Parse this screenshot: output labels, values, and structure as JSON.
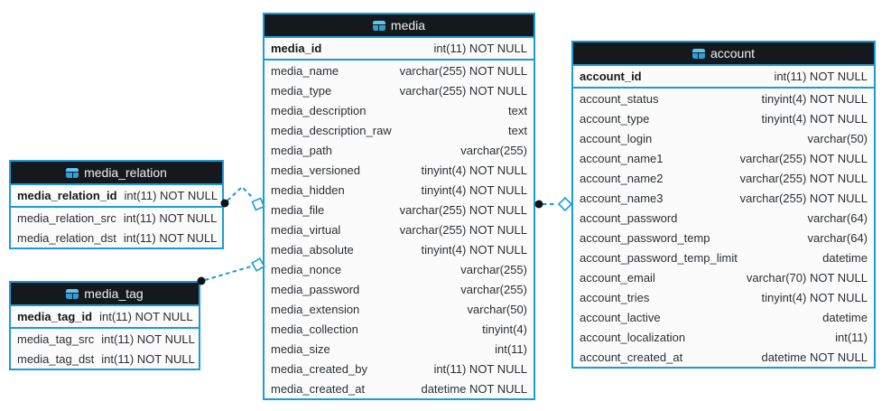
{
  "colors": {
    "table_border": "#1b9bd7",
    "header_bg": "#15191e",
    "header_text": "#eef1f4",
    "row_bg": "#fbfbfb",
    "row_text": "#2b2f33",
    "connector": "#1b9bd7",
    "connector_dot": "#101316"
  },
  "icons": {
    "table_icon": "table-grid"
  },
  "tables": [
    {
      "name": "media_relation",
      "primary_keys": [
        {
          "name": "media_relation_id",
          "type": "int(11) NOT NULL"
        }
      ],
      "columns": [
        {
          "name": "media_relation_src",
          "type": "int(11) NOT NULL"
        },
        {
          "name": "media_relation_dst",
          "type": "int(11) NOT NULL"
        }
      ]
    },
    {
      "name": "media_tag",
      "primary_keys": [
        {
          "name": "media_tag_id",
          "type": "int(11) NOT NULL"
        }
      ],
      "columns": [
        {
          "name": "media_tag_src",
          "type": "int(11) NOT NULL"
        },
        {
          "name": "media_tag_dst",
          "type": "int(11) NOT NULL"
        }
      ]
    },
    {
      "name": "media",
      "primary_keys": [
        {
          "name": "media_id",
          "type": "int(11) NOT NULL"
        }
      ],
      "columns": [
        {
          "name": "media_name",
          "type": "varchar(255) NOT NULL"
        },
        {
          "name": "media_type",
          "type": "varchar(255) NOT NULL"
        },
        {
          "name": "media_description",
          "type": "text"
        },
        {
          "name": "media_description_raw",
          "type": "text"
        },
        {
          "name": "media_path",
          "type": "varchar(255)"
        },
        {
          "name": "media_versioned",
          "type": "tinyint(4) NOT NULL"
        },
        {
          "name": "media_hidden",
          "type": "tinyint(4) NOT NULL"
        },
        {
          "name": "media_file",
          "type": "varchar(255) NOT NULL"
        },
        {
          "name": "media_virtual",
          "type": "varchar(255) NOT NULL"
        },
        {
          "name": "media_absolute",
          "type": "tinyint(4) NOT NULL"
        },
        {
          "name": "media_nonce",
          "type": "varchar(255)"
        },
        {
          "name": "media_password",
          "type": "varchar(255)"
        },
        {
          "name": "media_extension",
          "type": "varchar(50)"
        },
        {
          "name": "media_collection",
          "type": "tinyint(4)"
        },
        {
          "name": "media_size",
          "type": "int(11)"
        },
        {
          "name": "media_created_by",
          "type": "int(11) NOT NULL"
        },
        {
          "name": "media_created_at",
          "type": "datetime NOT NULL"
        }
      ]
    },
    {
      "name": "account",
      "primary_keys": [
        {
          "name": "account_id",
          "type": "int(11) NOT NULL"
        }
      ],
      "columns": [
        {
          "name": "account_status",
          "type": "tinyint(4) NOT NULL"
        },
        {
          "name": "account_type",
          "type": "tinyint(4) NOT NULL"
        },
        {
          "name": "account_login",
          "type": "varchar(50)"
        },
        {
          "name": "account_name1",
          "type": "varchar(255) NOT NULL"
        },
        {
          "name": "account_name2",
          "type": "varchar(255) NOT NULL"
        },
        {
          "name": "account_name3",
          "type": "varchar(255) NOT NULL"
        },
        {
          "name": "account_password",
          "type": "varchar(64)"
        },
        {
          "name": "account_password_temp",
          "type": "varchar(64)"
        },
        {
          "name": "account_password_temp_limit",
          "type": "datetime"
        },
        {
          "name": "account_email",
          "type": "varchar(70) NOT NULL"
        },
        {
          "name": "account_tries",
          "type": "tinyint(4) NOT NULL"
        },
        {
          "name": "account_lactive",
          "type": "datetime"
        },
        {
          "name": "account_localization",
          "type": "int(11)"
        },
        {
          "name": "account_created_at",
          "type": "datetime NOT NULL"
        }
      ]
    }
  ],
  "relationships": [
    {
      "from": "media_relation",
      "to": "media",
      "line": "dashed",
      "from_end": "dot",
      "to_end": "open-diamond"
    },
    {
      "from": "media_tag",
      "to": "media",
      "line": "dashed",
      "from_end": "dot",
      "to_end": "open-diamond"
    },
    {
      "from": "media",
      "to": "account",
      "line": "dashed",
      "from_end": "dot",
      "to_end": "open-diamond"
    }
  ]
}
